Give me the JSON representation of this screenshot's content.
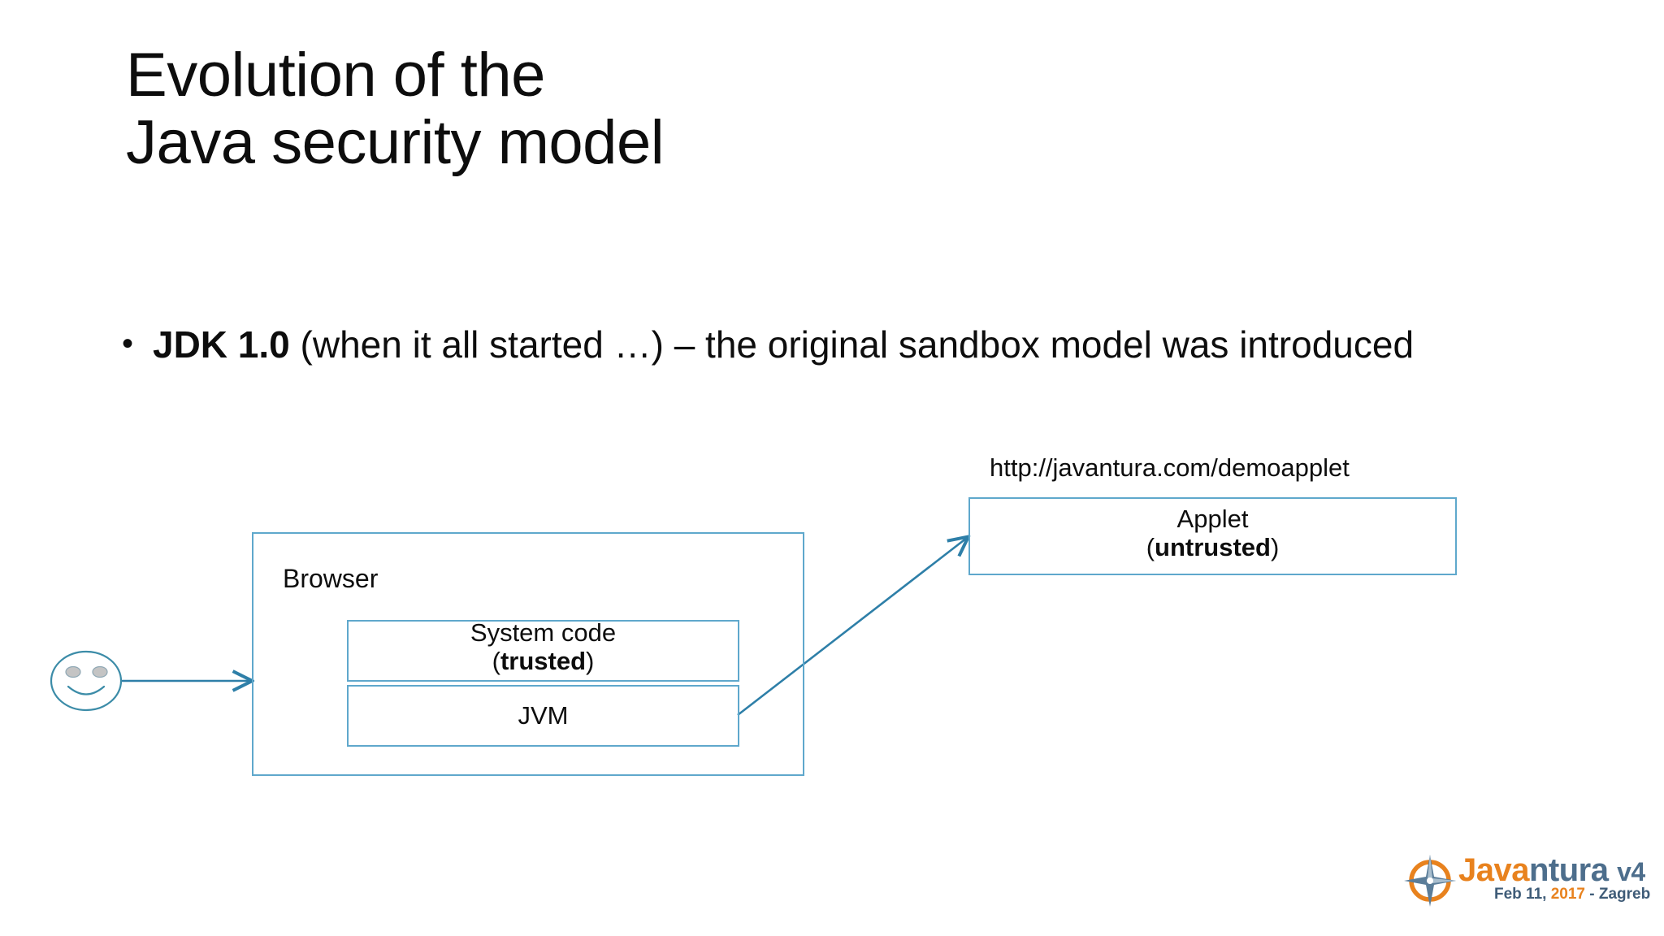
{
  "slide": {
    "title": "Evolution of the\nJava security model",
    "bullets": [
      {
        "marker": "•",
        "strong": "JDK 1.0",
        "rest": " (when it all started …) – the original sandbox model was introduced"
      }
    ]
  },
  "diagram": {
    "browser": {
      "label": "Browser"
    },
    "system_code": {
      "line1": "System code",
      "bold": "trusted"
    },
    "jvm": {
      "label": "JVM"
    },
    "applet": {
      "url": "http://javantura.com/demoapplet",
      "line1": "Applet",
      "bold": "untrusted"
    },
    "user_icon": "smiley-face-icon",
    "arrows": [
      {
        "name": "user-to-browser-arrow",
        "from": "user",
        "to": "browser"
      },
      {
        "name": "jvm-to-applet-arrow",
        "from": "jvm",
        "to": "applet"
      }
    ],
    "colors": {
      "box_border": "#5FA8CC",
      "arrow": "#2E7FA8",
      "smiley_outline": "#3C8CA8",
      "smiley_eye": "#BFBFBF"
    }
  },
  "logo": {
    "brand_a": "Java",
    "brand_b": "ntura",
    "version": "v4",
    "tagline_pre": "Feb 11, ",
    "tagline_year": "2017",
    "tagline_post": " - Zagreb",
    "colors": {
      "orange": "#E8821E",
      "slate": "#4D6E8C"
    }
  }
}
